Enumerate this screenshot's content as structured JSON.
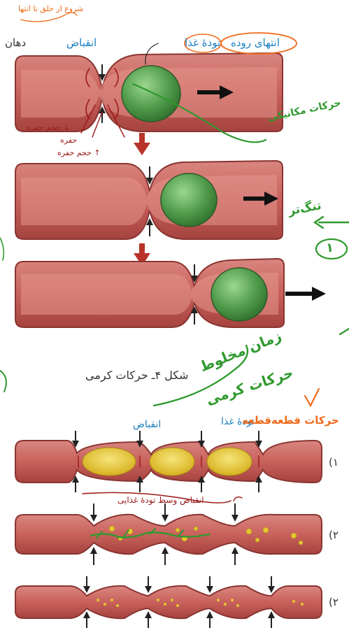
{
  "top_labels": {
    "mouth": "دهان",
    "contraction": "انقباض",
    "food_bolus": "تودهٔ غذا",
    "intestine_end": "انتهای روده"
  },
  "peristalsis_caption": "شکل ۴ـ حرکات کرمی",
  "segmentation_labels": {
    "food_bolus": "تودهٔ غذا",
    "contraction": "انقباض"
  },
  "row_numbers": [
    "(۱",
    "(۲",
    "(۲"
  ],
  "annotations": {
    "top_note": "شروع از حلق تا انتها",
    "mechanical_movements": "حرکات مکانیکی",
    "narrower": "تنگ‌تر",
    "circled_one": "۱",
    "mixing_note": "زمان مخلوط",
    "worm_movements": "حرکات کرمی",
    "segmentation_note": "حرکات قطعه‌قطعه",
    "mid_contraction": "انقباض وسط تودهٔ غذایی",
    "volume_decrease": "حجم حفره ↓",
    "volume_increase": "حجم حفره ↑",
    "volume_mid": "حفره"
  },
  "colors": {
    "tube_outer": "#c86a66",
    "tube_inner": "#b85451",
    "lumen_light": "#e9a59e",
    "bolus_green": "#4f9a4a",
    "bolus_yellow": "#e6c531",
    "red_arrow": "#b7332a",
    "ink_green": "#2f9a2f",
    "ink_red": "#9b1a1a",
    "ink_orange": "#f06a1a",
    "label_blue": "#1a7fc0"
  }
}
